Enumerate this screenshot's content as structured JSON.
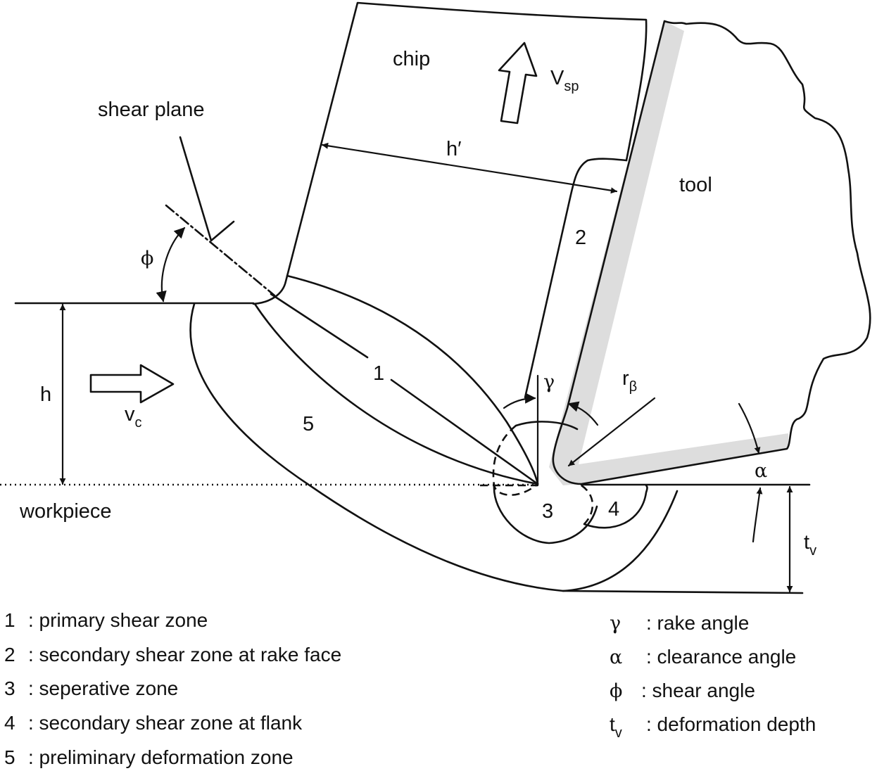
{
  "labels": {
    "chip": "chip",
    "tool": "tool",
    "shear_plane": "shear plane",
    "workpiece": "workpiece",
    "h": "h",
    "h_prime": "h′",
    "v_c": "v",
    "v_c_sub": "c",
    "v_sp": "V",
    "v_sp_sub": "sp",
    "r_beta": "r",
    "r_beta_sub": "β",
    "t_v": "t",
    "t_v_sub": "v",
    "phi": "ϕ",
    "gamma": "γ",
    "alpha": "α"
  },
  "zones": [
    "1",
    "2",
    "3",
    "4",
    "5"
  ],
  "legend_left": [
    {
      "num": "1",
      "text": ": primary shear zone"
    },
    {
      "num": "2",
      "text": ": secondary shear zone at rake face"
    },
    {
      "num": "3",
      "text": ": seperative zone"
    },
    {
      "num": "4",
      "text": ": secondary shear zone at flank"
    },
    {
      "num": "5",
      "text": ": preliminary deformation zone"
    }
  ],
  "legend_right": [
    {
      "sym": "γ",
      "sub": "",
      "text": ": rake angle"
    },
    {
      "sym": "α",
      "sub": "",
      "text": ": clearance angle"
    },
    {
      "sym": "ϕ",
      "sub": "",
      "text": ": shear angle"
    },
    {
      "sym": "t",
      "sub": "v",
      "text": ": deformation depth"
    }
  ],
  "colors": {
    "ink": "#111111",
    "tool_band": "#dddddd"
  }
}
